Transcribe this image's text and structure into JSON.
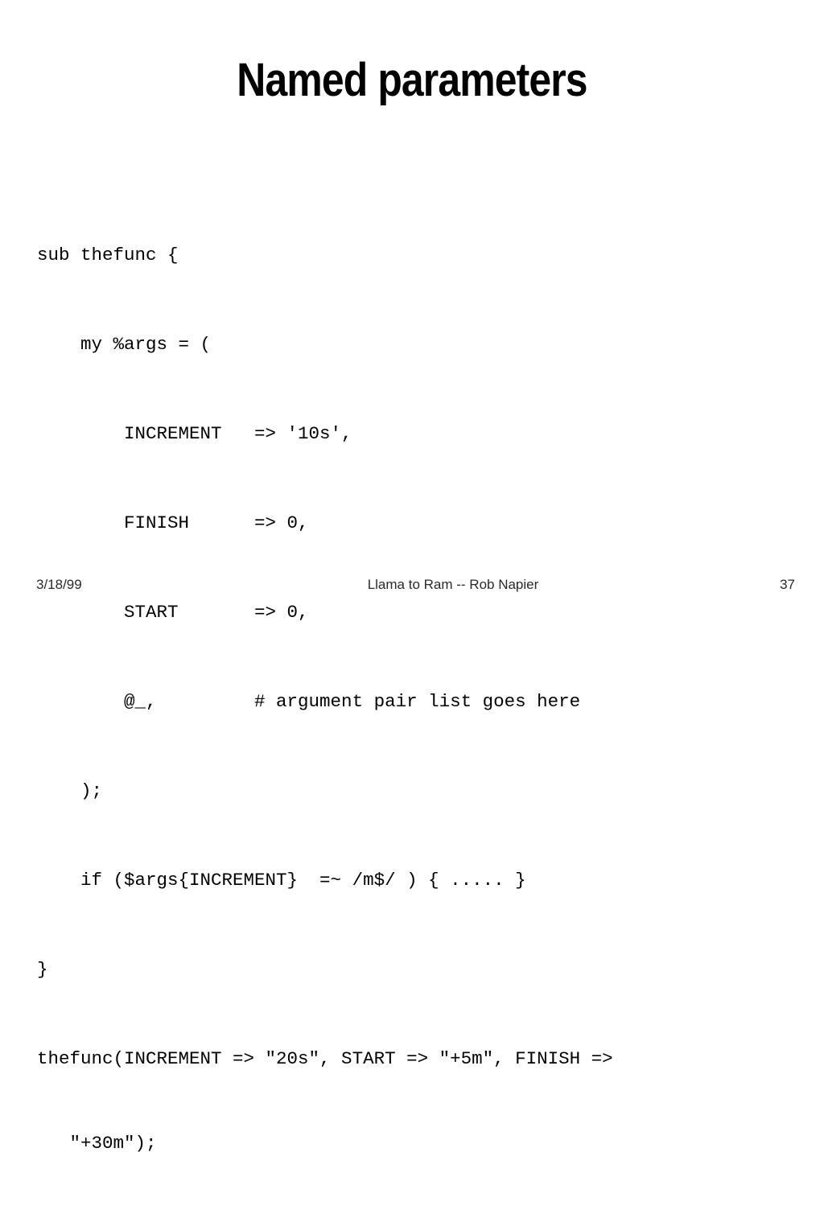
{
  "slide": {
    "title": "Named parameters",
    "code_lines": [
      "sub thefunc {",
      "    my %args = (",
      "        INCREMENT   => '10s',",
      "        FINISH      => 0,",
      "        START       => 0,",
      "        @_,         # argument pair list goes here",
      "    );",
      "    if ($args{INCREMENT}  =~ /m$/ ) { ..... }",
      "}",
      "thefunc(INCREMENT => \"20s\", START => \"+5m\", FINISH =>",
      "   \"+30m\");"
    ]
  },
  "footer": {
    "date": "3/18/99",
    "title": "Llama to Ram -- Rob Napier",
    "page_number": "37"
  }
}
